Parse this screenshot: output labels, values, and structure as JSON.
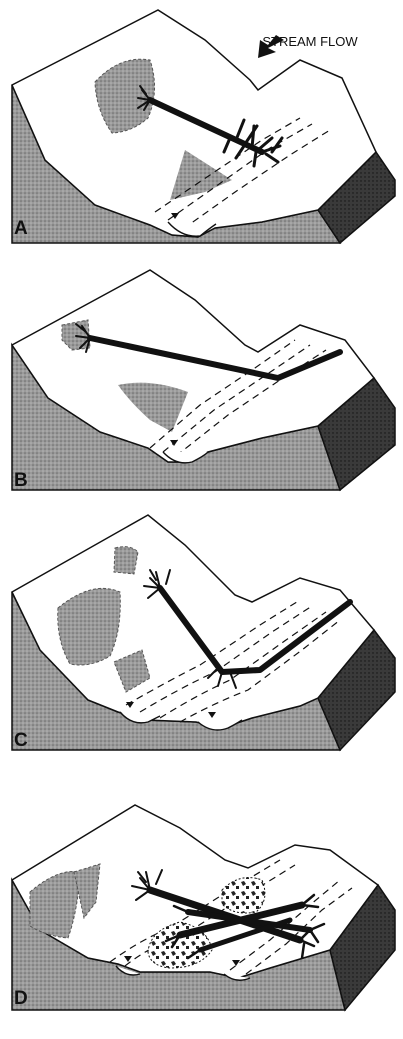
{
  "figure": {
    "stream_flow_label": "STREAM FLOW",
    "panels": [
      {
        "label": "A",
        "description": "single tree fallen across channel, crown in stream"
      },
      {
        "label": "B",
        "description": "single tree spanning channel, root wad on slope"
      },
      {
        "label": "C",
        "description": "tree bent across two-channel stream"
      },
      {
        "label": "D",
        "description": "debris jam of several trees with sediment deposits"
      }
    ],
    "colors": {
      "ink": "#111111",
      "ground": "#8c8c8c",
      "shadow_patch": "#7a7a7a",
      "surface": "#ffffff"
    },
    "icons": [
      "arrow-icon",
      "water-level-icon"
    ]
  }
}
